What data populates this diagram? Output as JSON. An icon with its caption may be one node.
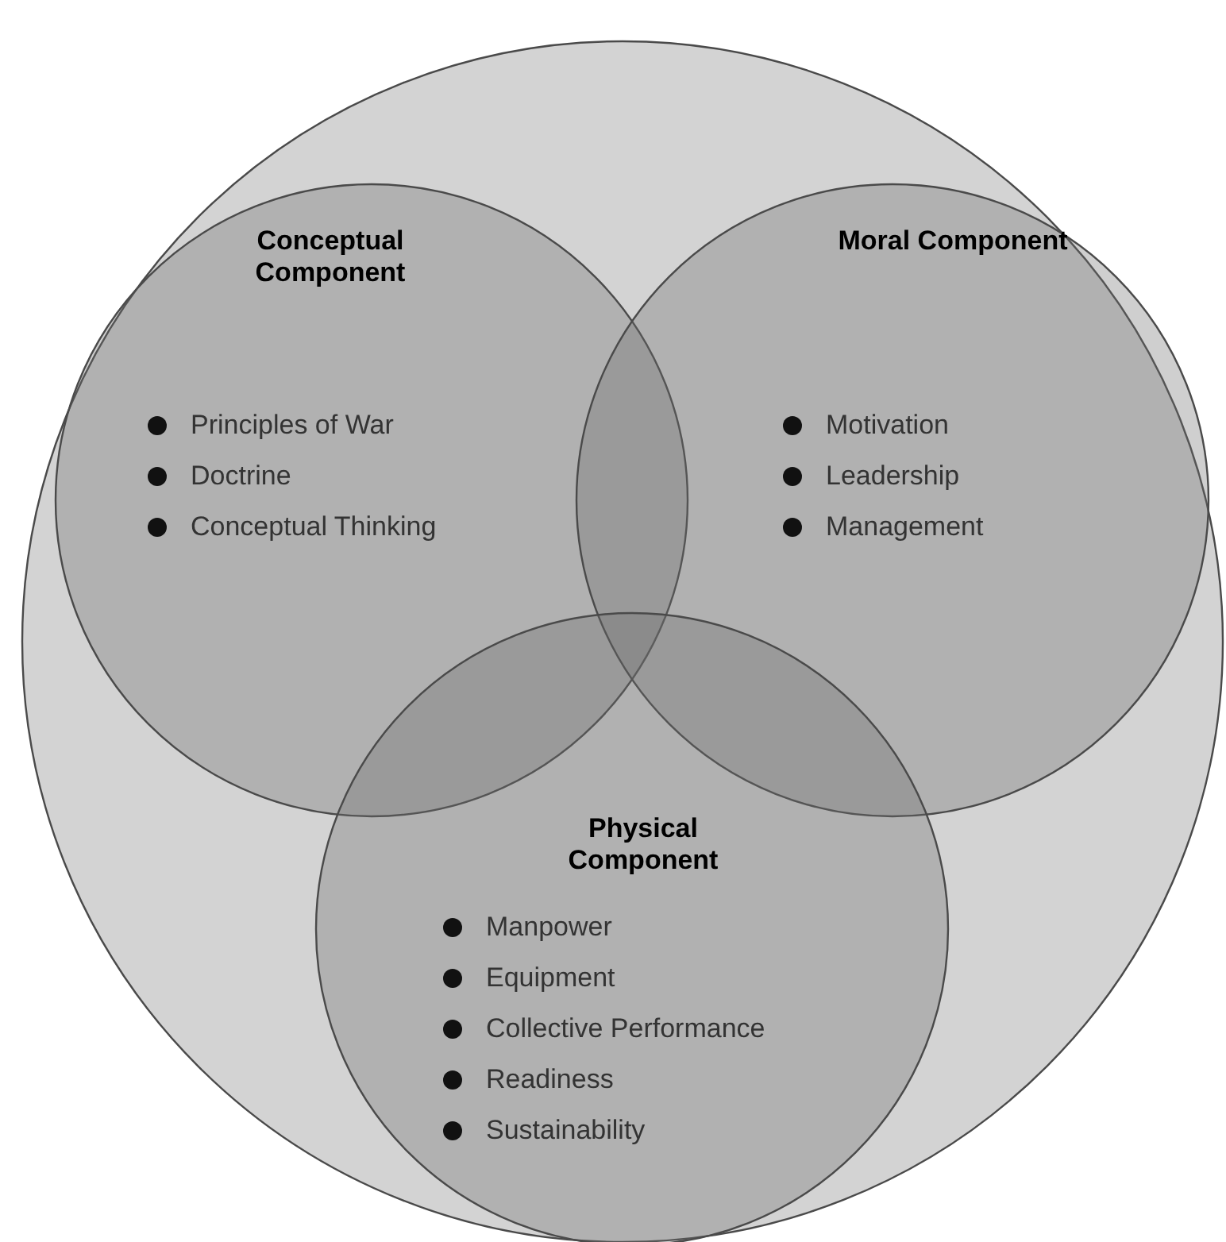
{
  "diagram": {
    "nodes": [
      {
        "text": [],
        "shape": "circle"
      },
      {
        "text": [
          "Conceptual Component",
          "Principles of War",
          "Doctrine",
          "Conceptual Thinking"
        ],
        "in": 0
      },
      {
        "text": [
          "Moral Component",
          "Motivation",
          "Leadership",
          "Management"
        ],
        "in": 0
      },
      {
        "text": [
          "Physical Component",
          "Manpower",
          "Equipment",
          "Collective Performance",
          "Readiness",
          "Sustainability"
        ],
        "in": 0
      }
    ]
  }
}
